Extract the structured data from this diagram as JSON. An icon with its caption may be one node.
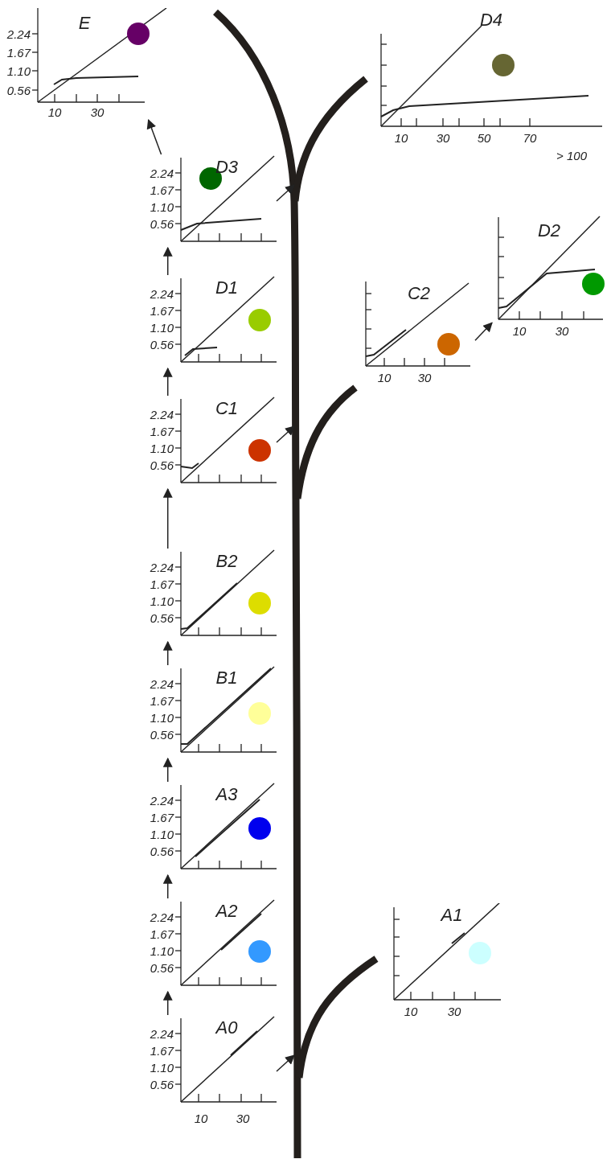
{
  "diagram": {
    "nodes": [
      {
        "text": [
          "E",
          "2.24",
          "1.67",
          "1.10",
          "0.56",
          "10",
          "30"
        ]
      },
      {
        "text": [
          "D4",
          "10",
          "30",
          "50",
          "70",
          "> 100"
        ]
      },
      {
        "text": [
          "D3",
          "2.24",
          "1.67",
          "1.10",
          "0.56"
        ]
      },
      {
        "text": [
          "D2",
          "10",
          "30"
        ]
      },
      {
        "text": [
          "D1",
          "2.24",
          "1.67",
          "1.10",
          "0.56"
        ]
      },
      {
        "text": [
          "C2",
          "10",
          "30"
        ]
      },
      {
        "text": [
          "C1",
          "2.24",
          "1.67",
          "1.10",
          "0.56"
        ]
      },
      {
        "text": [
          "B2",
          "2.24",
          "1.67",
          "1.10",
          "0.56"
        ]
      },
      {
        "text": [
          "B1",
          "2.24",
          "1.67",
          "1.10",
          "0.56"
        ]
      },
      {
        "text": [
          "A3",
          "2.24",
          "1.67",
          "1.10",
          "0.56"
        ]
      },
      {
        "text": [
          "A2",
          "2.24",
          "1.67",
          "1.10",
          "0.56"
        ]
      },
      {
        "text": [
          "A1",
          "10",
          "30"
        ]
      },
      {
        "text": [
          "A0",
          "2.24",
          "1.67",
          "1.10",
          "0.56",
          "10",
          "30"
        ]
      }
    ],
    "edges": [
      {
        "from": 12,
        "to": 10,
        "arrow": "to"
      },
      {
        "from": 10,
        "to": 9,
        "arrow": "to"
      },
      {
        "from": 9,
        "to": 8,
        "arrow": "to"
      },
      {
        "from": 8,
        "to": 7,
        "arrow": "to"
      },
      {
        "from": 7,
        "to": 6,
        "arrow": "to"
      },
      {
        "from": 6,
        "to": 4,
        "arrow": "to"
      },
      {
        "from": 4,
        "to": 2,
        "arrow": "to"
      },
      {
        "from": 2,
        "to": 0,
        "arrow": "to"
      },
      {
        "from": 12,
        "to": null,
        "arrow": "to"
      },
      {
        "from": 6,
        "to": null,
        "arrow": "to"
      },
      {
        "from": 2,
        "to": null,
        "arrow": "to"
      },
      {
        "from": 5,
        "to": 3,
        "arrow": "to"
      }
    ]
  }
}
